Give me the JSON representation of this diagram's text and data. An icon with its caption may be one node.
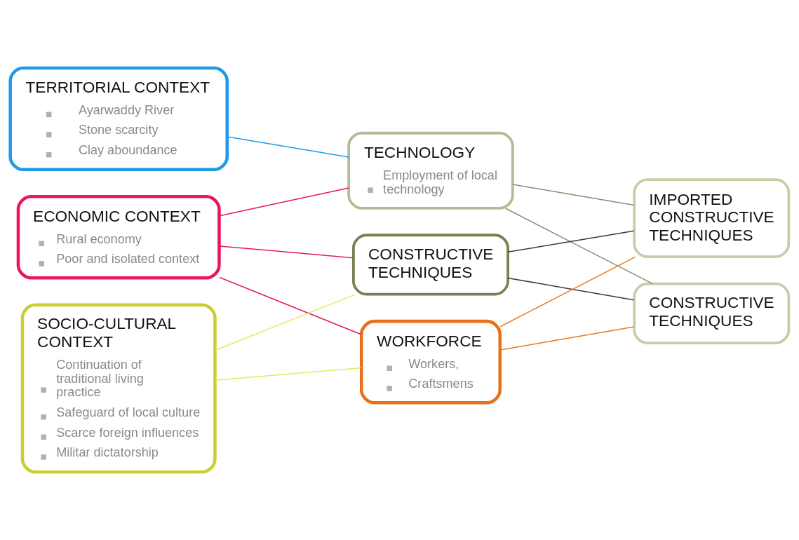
{
  "diagram": {
    "nodes": [
      {
        "text": [
          "TERRITORIAL CONTEXT",
          "Ayarwaddy River",
          "Stone scarcity",
          "Clay aboundance"
        ]
      },
      {
        "text": [
          "ECONOMIC CONTEXT",
          "Rural economy",
          "Poor and isolated context"
        ]
      },
      {
        "text": [
          "SOCIO-CULTURAL CONTEXT",
          "Continuation of traditional living practice",
          "Safeguard of local culture",
          "Scarce foreign influences",
          "Militar dictatorship"
        ]
      },
      {
        "text": [
          "TECHNOLOGY",
          "Employment of local technology"
        ]
      },
      {
        "text": [
          "CONSTRUCTIVE TECHNIQUES"
        ]
      },
      {
        "text": [
          "WORKFORCE",
          "Workers,",
          "Craftsmens"
        ]
      },
      {
        "text": [
          "IMPORTED CONSTRUCTIVE TECHNIQUES"
        ]
      },
      {
        "text": [
          "CONSTRUCTIVE TECHNIQUES"
        ]
      }
    ],
    "edges": [
      {
        "from": 0,
        "to": 3,
        "arrow": "none",
        "color": "#1e9be8"
      },
      {
        "from": 1,
        "to": 3,
        "arrow": "none",
        "color": "#e8185a"
      },
      {
        "from": 1,
        "to": 4,
        "arrow": "none",
        "color": "#e8185a"
      },
      {
        "from": 1,
        "to": 5,
        "arrow": "none",
        "color": "#e8185a"
      },
      {
        "from": 2,
        "to": 4,
        "arrow": "none",
        "color": "#e4e860"
      },
      {
        "from": 2,
        "to": 5,
        "arrow": "none",
        "color": "#e4e860"
      },
      {
        "from": 3,
        "to": 6,
        "arrow": "none",
        "color": "#8a8f70"
      },
      {
        "from": 3,
        "to": 7,
        "arrow": "none",
        "color": "#8a8f70"
      },
      {
        "from": 4,
        "to": 6,
        "arrow": "none",
        "color": "#3a3a4a"
      },
      {
        "from": 4,
        "to": 7,
        "arrow": "none",
        "color": "#3a3a4a"
      },
      {
        "from": 5,
        "to": 6,
        "arrow": "none",
        "color": "#e87a1a"
      },
      {
        "from": 5,
        "to": 7,
        "arrow": "none",
        "color": "#e87a1a"
      }
    ]
  }
}
